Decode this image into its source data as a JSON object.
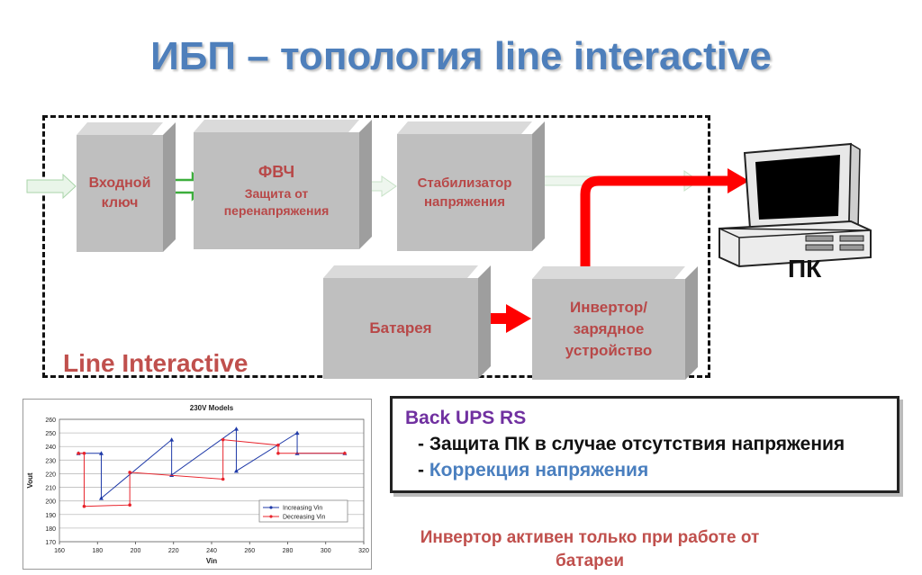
{
  "title": "ИБП – топология line interactive",
  "blocks": {
    "input_switch": "Входной ключ",
    "rfi_title": "ФВЧ",
    "rfi_sub": "Защита от перенапряжения",
    "stabilizer": "Стабилизатор напряжения",
    "battery": "Батарея",
    "inverter": "Инвертор/ зарядное устройство"
  },
  "line_interactive_label": "Line Interactive",
  "pc_label": "ПК",
  "info": {
    "line1": "Back UPS RS",
    "line2": "- Защита ПК в случае отсутствия напряжения",
    "line3_dash": "- ",
    "line3": "Коррекция напряжения"
  },
  "note": "Инвертор активен только при работе от батареи",
  "colors": {
    "title": "#4e7fbb",
    "red": "#ff0000",
    "block_text": "#b84848",
    "purple": "#7030a0",
    "blue": "#4a7fbf"
  },
  "chart_data": {
    "type": "line",
    "title": "230V Models",
    "xlabel": "Vin",
    "ylabel": "Vout",
    "xlim": [
      160,
      320
    ],
    "ylim": [
      170,
      260
    ],
    "xticks": [
      160,
      180,
      200,
      220,
      240,
      260,
      280,
      300,
      320
    ],
    "yticks": [
      170,
      180,
      190,
      200,
      210,
      220,
      230,
      240,
      250,
      260
    ],
    "legend_position": "bottom-right",
    "series": [
      {
        "name": "Increasing Vin",
        "color": "#1f3aa8",
        "x": [
          170,
          182,
          182,
          219,
          219,
          253,
          253,
          285,
          285,
          310
        ],
        "y": [
          235,
          235,
          202,
          245,
          219,
          253,
          222,
          250,
          235,
          235
        ]
      },
      {
        "name": "Decreasing Vin",
        "color": "#e8242c",
        "x": [
          310,
          275,
          275,
          246,
          246,
          197,
          197,
          173,
          173,
          170
        ],
        "y": [
          235,
          235,
          241,
          245,
          216,
          221,
          197,
          196,
          235,
          235
        ]
      }
    ]
  }
}
